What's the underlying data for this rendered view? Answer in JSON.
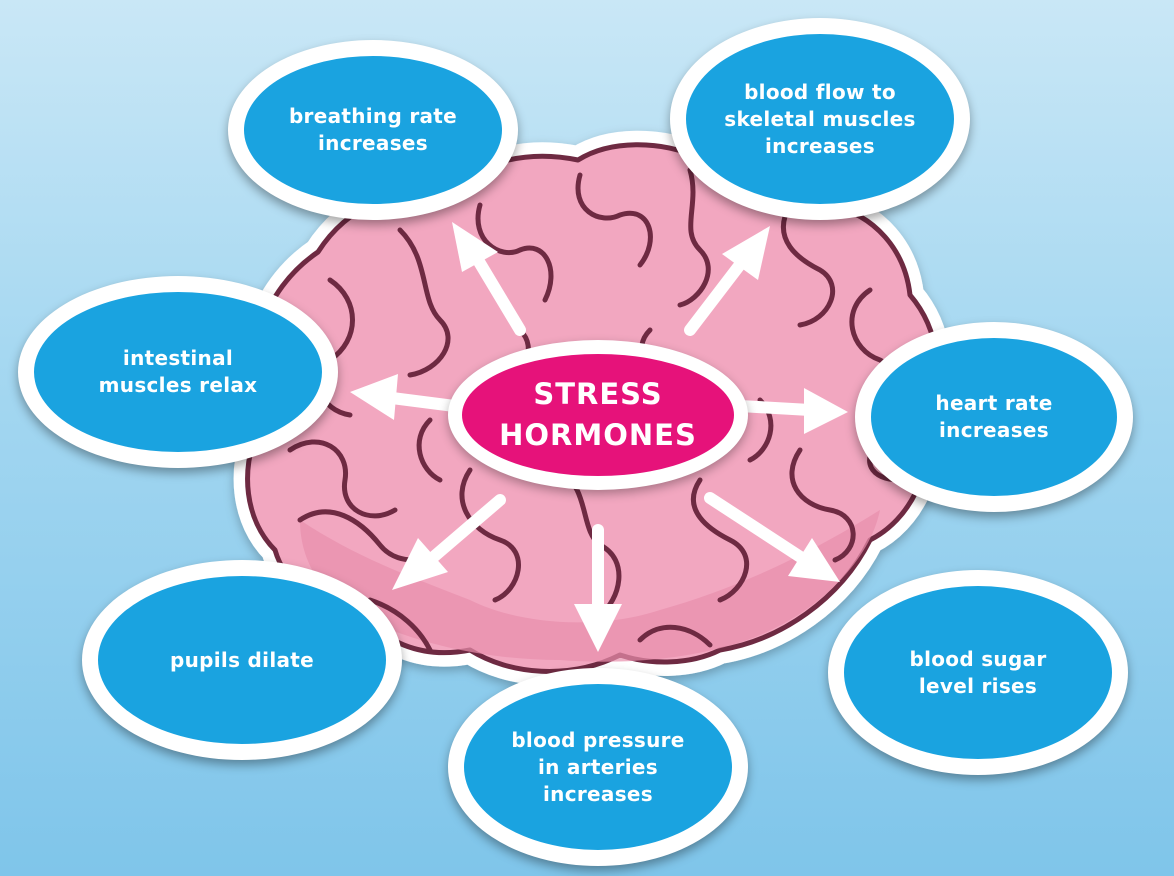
{
  "diagram": {
    "center": {
      "label": "STRESS\nHORMONES"
    },
    "effects": [
      {
        "id": "breathing",
        "label": "breathing rate\nincreases"
      },
      {
        "id": "blood-flow",
        "label": "blood flow to\nskeletal muscles\nincreases"
      },
      {
        "id": "intestinal",
        "label": "intestinal\nmuscles relax"
      },
      {
        "id": "heart-rate",
        "label": "heart rate\nincreases"
      },
      {
        "id": "pupils",
        "label": "pupils dilate"
      },
      {
        "id": "blood-sugar",
        "label": "blood sugar\nlevel rises"
      },
      {
        "id": "blood-pressure",
        "label": "blood pressure\nin arteries\nincreases"
      }
    ]
  },
  "colors": {
    "background": "#a6d8f1",
    "bubble": "#1aa3e0",
    "center": "#e6127a",
    "brain": "#f0a3bd",
    "brain_outline": "#7a2e48",
    "arrow": "#ffffff"
  }
}
